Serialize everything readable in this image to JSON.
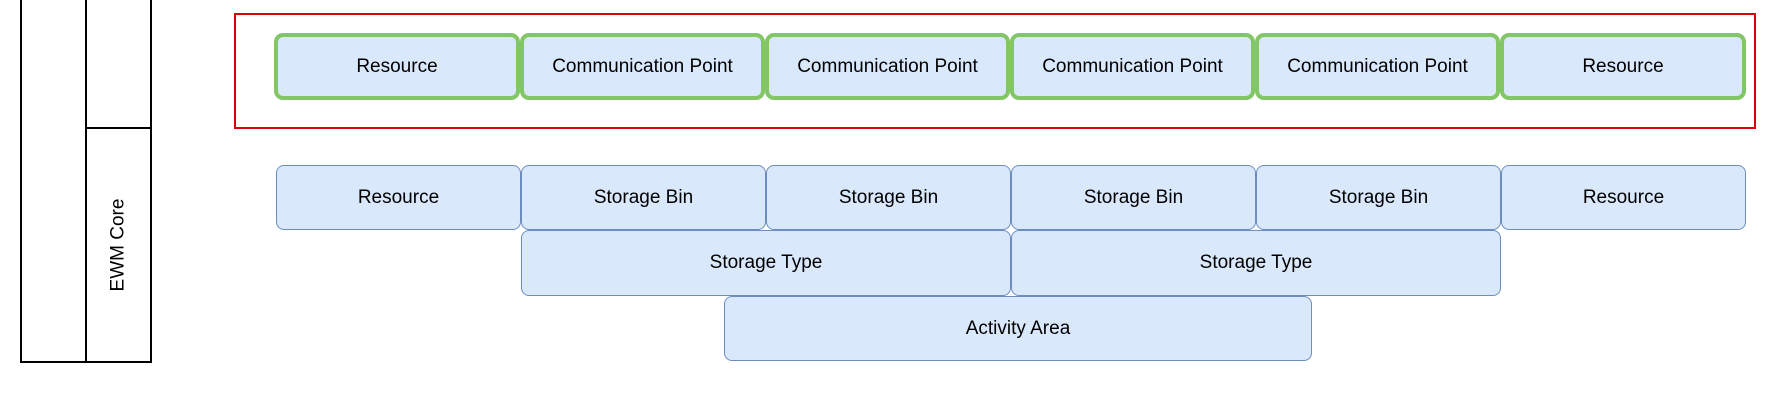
{
  "swimlane": {
    "label": "EWM Core"
  },
  "colors": {
    "node_fill": "#dae8fc",
    "node_border": "#6c8ebf",
    "highlight_node_border": "#82c666",
    "highlight_frame": "#d9000a"
  },
  "diagram": {
    "top_row": [
      "Resource",
      "Communication Point",
      "Communication Point",
      "Communication Point",
      "Communication Point",
      "Resource"
    ],
    "bin_row": [
      "Resource",
      "Storage Bin",
      "Storage Bin",
      "Storage Bin",
      "Storage Bin",
      "Resource"
    ],
    "type_row": [
      "Storage Type",
      "Storage Type"
    ],
    "area_row": [
      "Activity Area"
    ]
  }
}
